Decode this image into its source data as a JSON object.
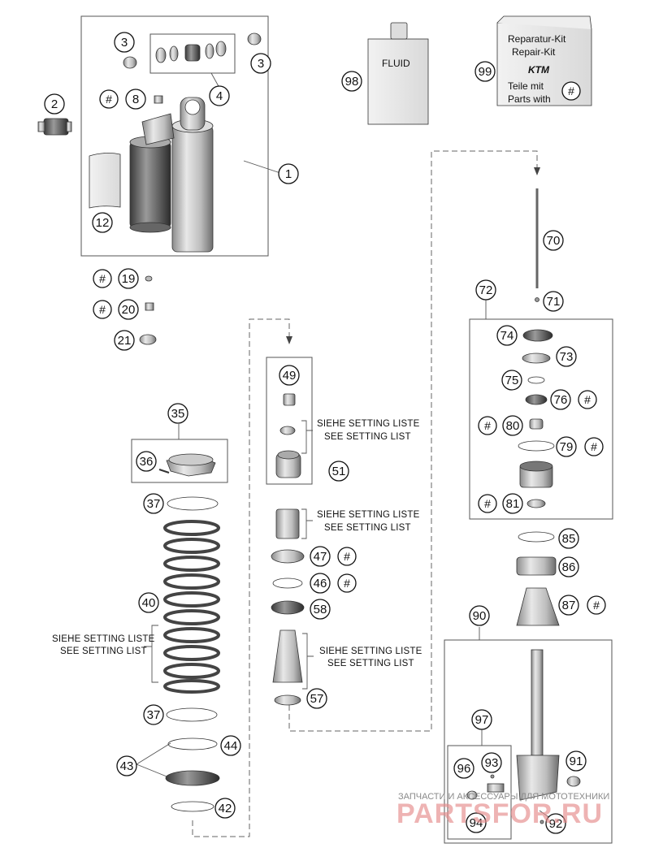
{
  "callouts": [
    {
      "id": "p2",
      "label": "2"
    },
    {
      "id": "p3a",
      "label": "3"
    },
    {
      "id": "p3b",
      "label": "3"
    },
    {
      "id": "p4",
      "label": "4"
    },
    {
      "id": "p8",
      "label": "8"
    },
    {
      "id": "p1",
      "label": "1"
    },
    {
      "id": "p12",
      "label": "12"
    },
    {
      "id": "p19",
      "label": "19"
    },
    {
      "id": "p20",
      "label": "20"
    },
    {
      "id": "p21",
      "label": "21"
    },
    {
      "id": "p35",
      "label": "35"
    },
    {
      "id": "p36",
      "label": "36"
    },
    {
      "id": "p37a",
      "label": "37"
    },
    {
      "id": "p40",
      "label": "40"
    },
    {
      "id": "p37b",
      "label": "37"
    },
    {
      "id": "p44",
      "label": "44"
    },
    {
      "id": "p43",
      "label": "43"
    },
    {
      "id": "p42",
      "label": "42"
    },
    {
      "id": "p49",
      "label": "49"
    },
    {
      "id": "p51",
      "label": "51"
    },
    {
      "id": "p47",
      "label": "47"
    },
    {
      "id": "p46",
      "label": "46"
    },
    {
      "id": "p58",
      "label": "58"
    },
    {
      "id": "p57",
      "label": "57"
    },
    {
      "id": "p98",
      "label": "98"
    },
    {
      "id": "p99",
      "label": "99"
    },
    {
      "id": "p70",
      "label": "70"
    },
    {
      "id": "p71",
      "label": "71"
    },
    {
      "id": "p72",
      "label": "72"
    },
    {
      "id": "p74",
      "label": "74"
    },
    {
      "id": "p73",
      "label": "73"
    },
    {
      "id": "p75",
      "label": "75"
    },
    {
      "id": "p76",
      "label": "76"
    },
    {
      "id": "p80",
      "label": "80"
    },
    {
      "id": "p79",
      "label": "79"
    },
    {
      "id": "p81",
      "label": "81"
    },
    {
      "id": "p85",
      "label": "85"
    },
    {
      "id": "p86",
      "label": "86"
    },
    {
      "id": "p87",
      "label": "87"
    },
    {
      "id": "p90",
      "label": "90"
    },
    {
      "id": "p97",
      "label": "97"
    },
    {
      "id": "p96",
      "label": "96"
    },
    {
      "id": "p93",
      "label": "93"
    },
    {
      "id": "p91",
      "label": "91"
    },
    {
      "id": "p94",
      "label": "94"
    },
    {
      "id": "p92",
      "label": "92"
    }
  ],
  "hash_marks": [
    {
      "id": "h8",
      "label": "#"
    },
    {
      "id": "h19",
      "label": "#"
    },
    {
      "id": "h20",
      "label": "#"
    },
    {
      "id": "h47",
      "label": "#"
    },
    {
      "id": "h46",
      "label": "#"
    },
    {
      "id": "h76",
      "label": "#"
    },
    {
      "id": "h80",
      "label": "#"
    },
    {
      "id": "h79",
      "label": "#"
    },
    {
      "id": "h81",
      "label": "#"
    },
    {
      "id": "h87",
      "label": "#"
    },
    {
      "id": "h99",
      "label": "#"
    }
  ],
  "setting_notes": [
    {
      "de": "SIEHE SETTING LISTE",
      "en": "SEE SETTING LIST"
    },
    {
      "de": "SIEHE SETTING LISTE",
      "en": "SEE SETTING LIST"
    },
    {
      "de": "SIEHE SETTING LISTE",
      "en": "SEE SETTING LIST"
    },
    {
      "de": "SIEHE SETTING LISTE",
      "en": "SEE SETTING LIST"
    }
  ],
  "fluid_label": "FLUID",
  "repair_kit": {
    "line1": "Reparatur-Kit",
    "line2": "Repair-Kit",
    "brand": "KTM",
    "line3": "Teile mit",
    "line4": "Parts with"
  },
  "watermark": {
    "top": "ЗАПЧАСТИ И АКСЕССУАРЫ ДЛЯ МОТОТЕХНИКИ",
    "main": "PARTSFOR.RU"
  }
}
